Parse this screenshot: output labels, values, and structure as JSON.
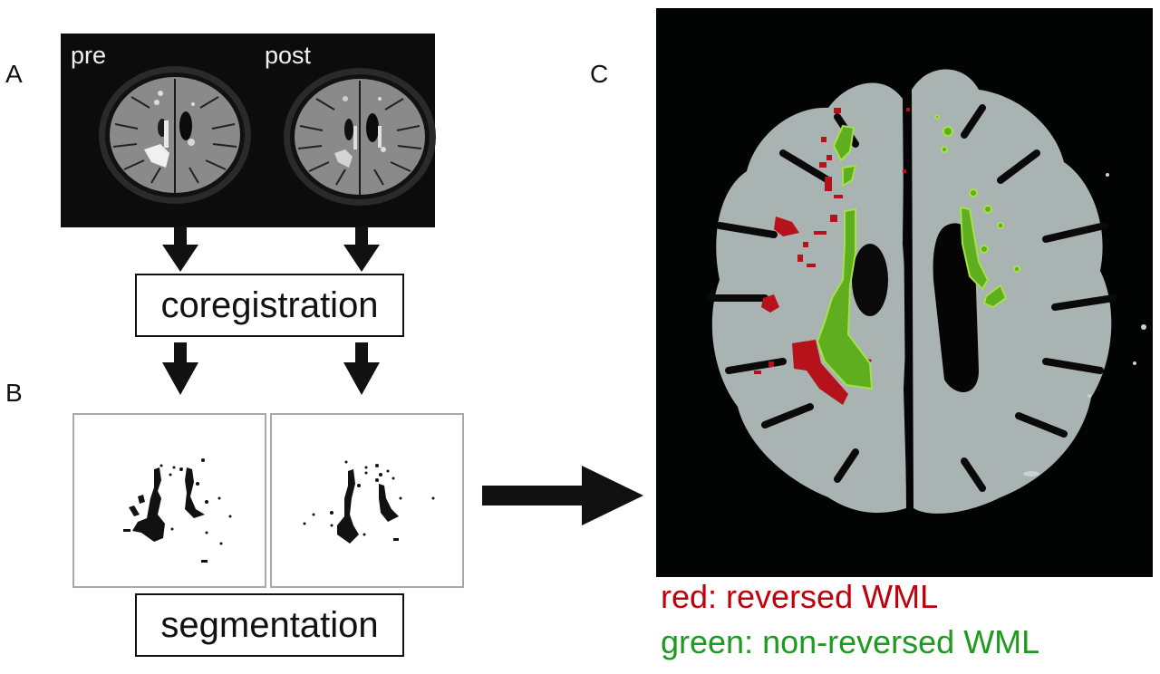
{
  "panels": {
    "a": {
      "label": "A",
      "captions": {
        "pre": "pre",
        "post": "post"
      }
    },
    "b": {
      "label": "B"
    },
    "c": {
      "label": "C"
    }
  },
  "steps": {
    "coregistration": "coregistration",
    "segmentation": "segmentation"
  },
  "legend": {
    "red": {
      "text": "red: reversed WML",
      "color": "#c0000c"
    },
    "green": {
      "text": "green: non-reversed WML",
      "color": "#1e9a1e"
    }
  },
  "colors": {
    "reversed_lesion": "#b5121b",
    "nonreversed_lesion": "#5fae1f",
    "nonreversed_outline": "#a6e04a",
    "brain_tissue": "#a9b3b2"
  }
}
